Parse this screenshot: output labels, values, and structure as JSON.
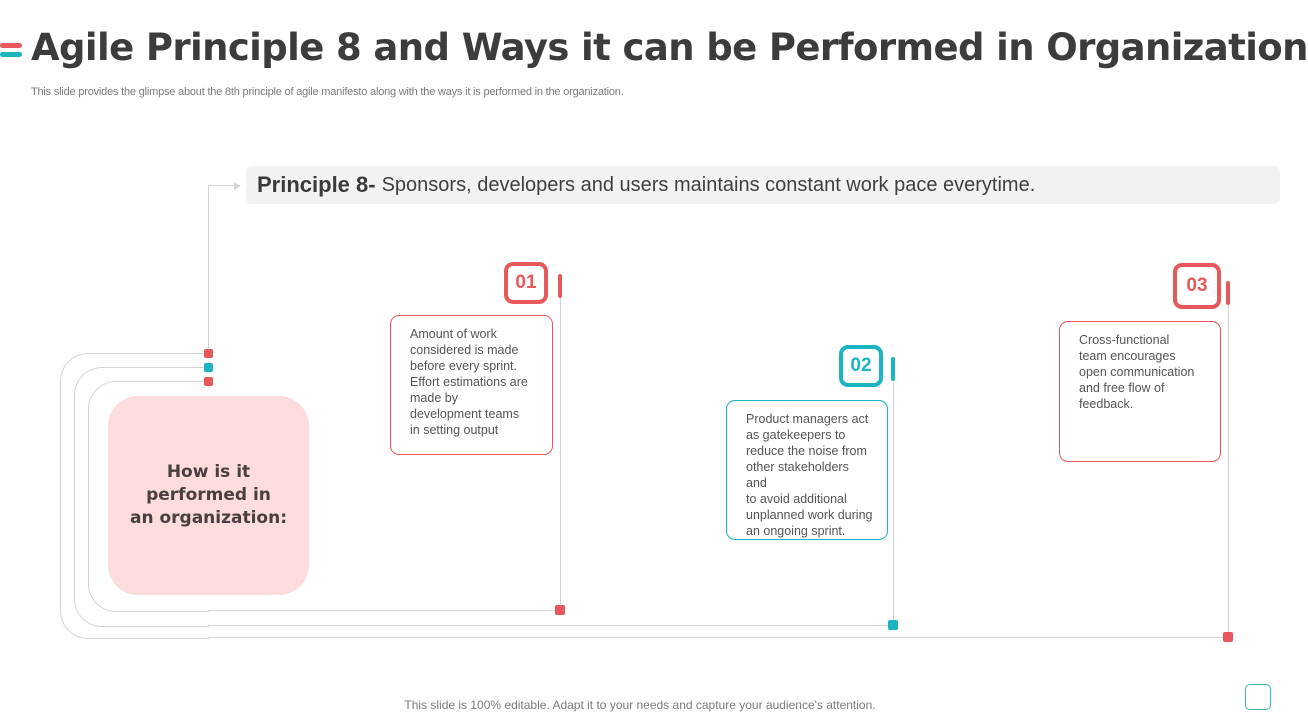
{
  "header": {
    "title": "Agile Principle 8 and Ways it can be Performed in Organization",
    "subtitle": "This slide provides the glimpse about the 8th principle of agile manifesto along with the ways it is performed in the organization.",
    "mark_colors": [
      "#e8585b",
      "#1bb5c1"
    ]
  },
  "principle": {
    "label": "Principle 8-",
    "text": "Sponsors, developers and users maintains constant work pace everytime."
  },
  "center_box": {
    "text": "How is it\nperformed in\nan organization:"
  },
  "steps": [
    {
      "number": "01",
      "color": "#e8585b",
      "text": "Amount of work\nconsidered is made\nbefore every sprint.\nEffort estimations are\nmade by\ndevelopment teams\nin setting output"
    },
    {
      "number": "02",
      "color": "#1bb5c1",
      "text": "Product managers act\nas gatekeepers to\nreduce the noise from\nother stakeholders and\nto avoid additional\nunplanned work during\nan ongoing sprint."
    },
    {
      "number": "03",
      "color": "#e8585b",
      "text": "Cross-functional\nteam encourages\nopen communication\nand free flow of\nfeedback."
    }
  ],
  "footer": {
    "text": "This slide is 100% editable. Adapt it to your needs and capture your audience's attention."
  },
  "colors": {
    "accent_red": "#e8585b",
    "accent_teal": "#1bb5c1",
    "pink_fill": "#fcdcdc",
    "bar_gray": "#f2f2f2",
    "title_text": "#3c3c3c"
  }
}
